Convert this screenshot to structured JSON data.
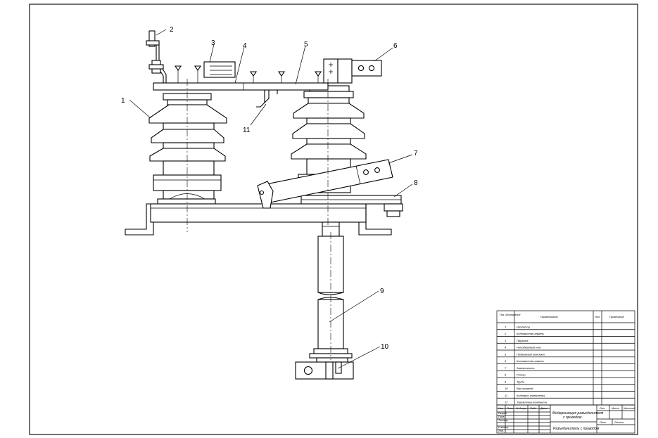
{
  "callouts": [
    "1",
    "2",
    "3",
    "4",
    "5",
    "6",
    "7",
    "8",
    "9",
    "10",
    "11"
  ],
  "spec_table": {
    "headers": [
      "Поз. обозначение",
      "Наименование",
      "Кол.",
      "Примечание"
    ],
    "rows": [
      {
        "pos": "1",
        "name": "Изолятор"
      },
      {
        "pos": "2",
        "name": "Контактная ламель"
      },
      {
        "pos": "3",
        "name": "Пружина"
      },
      {
        "pos": "4",
        "name": "Неподвижный нож"
      },
      {
        "pos": "5",
        "name": "Подвижный контакт"
      },
      {
        "pos": "6",
        "name": "Контактная ламель"
      },
      {
        "pos": "7",
        "name": "Заземлитель"
      },
      {
        "pos": "8",
        "name": "Ротор"
      },
      {
        "pos": "9",
        "name": "Труба"
      },
      {
        "pos": "10",
        "name": "Вал привода"
      },
      {
        "pos": "11",
        "name": "Контакт заземления"
      },
      {
        "pos": "12",
        "name": "Заземление контакта"
      }
    ]
  },
  "title_block": {
    "col_headers": [
      "Изм.",
      "Лист",
      "№ докум.",
      "Подп.",
      "Дата"
    ],
    "role_labels": [
      "Разраб.",
      "Пров.",
      "Т.контр.",
      "Н.контр.",
      "Утв."
    ],
    "document_title": "Модернизация разъединителя",
    "document_subtitle": "с приводом",
    "drawing_name": "Разъединитель с приводом",
    "small_headers": [
      "Лит.",
      "Масса",
      "Масштаб"
    ],
    "sheet_label": "Лист",
    "sheets_label": "Листов"
  }
}
